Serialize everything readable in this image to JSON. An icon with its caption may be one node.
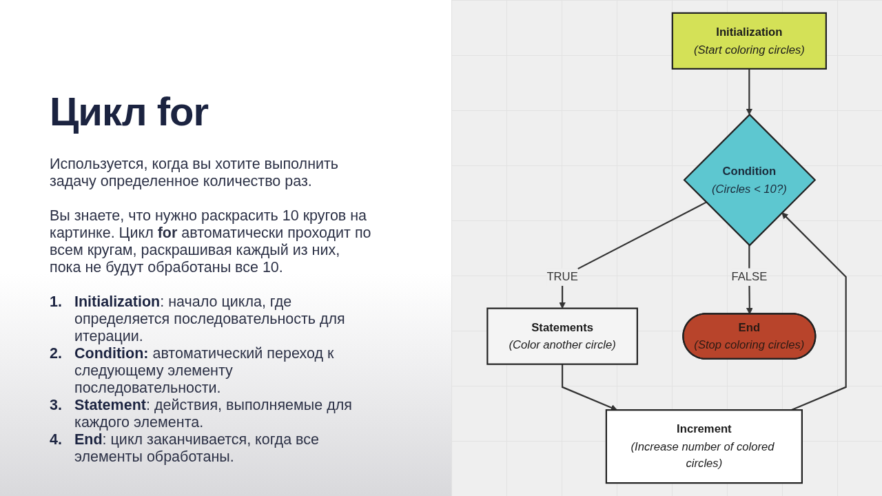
{
  "diagram": {
    "title": "Цикл for",
    "nodes": [
      {
        "text": [
          "Initialization",
          "(Start coloring circles)"
        ]
      },
      {
        "text": [
          "Condition",
          "(Circles < 10?)"
        ]
      },
      {
        "text": [
          "Increment",
          "(Increase number of colored circles)"
        ]
      },
      {
        "text": [
          "Statements",
          "(Color another circle)"
        ]
      },
      {
        "text": [
          "End",
          "(Stop coloring circles)"
        ]
      }
    ],
    "edges": [
      {
        "from": 0,
        "to": 1,
        "arrow": "to"
      },
      {
        "from": 1,
        "to": 3,
        "arrow": "to",
        "label": "TRUE"
      },
      {
        "from": 3,
        "to": 2,
        "arrow": "to"
      },
      {
        "from": 2,
        "to": 1,
        "arrow": "to"
      },
      {
        "from": 1,
        "to": 4,
        "arrow": "to",
        "label": "FALSE"
      }
    ],
    "labels": [
      "Используется, когда вы хотите выполнить задачу определенное количество раз.",
      "Вы знаете, что нужно раскрасить 10 кругов на картинке. Цикл **for** автоматически проходит по всем кругам, раскрашивая каждый из них, пока не будут обработаны все 10.",
      "1.",
      "**Initialization**: начало цикла, где определяется последовательность для итерации.",
      "2.",
      "**Condition:** автоматический переход к следующему элементу последовательности.",
      "3.",
      "**Statement**: действия, выполняемые для каждого элемента.",
      "4.",
      "**End**: цикл заканчивается, когда все элементы обработаны."
    ]
  }
}
